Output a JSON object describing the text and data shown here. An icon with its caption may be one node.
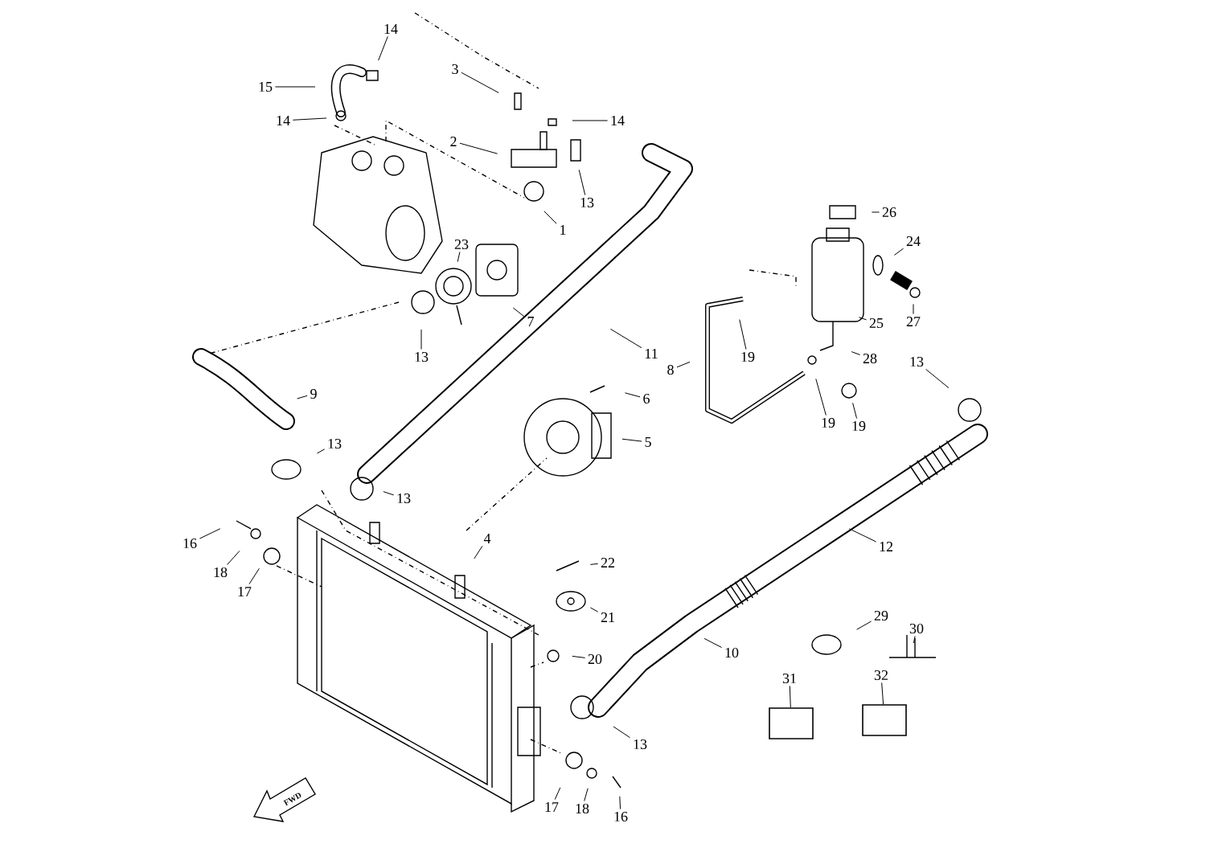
{
  "diagram": {
    "nodes": [
      {
        "text": [
          "14"
        ]
      },
      {
        "text": [
          "3"
        ]
      },
      {
        "text": [
          "15"
        ]
      },
      {
        "text": [
          "14"
        ]
      },
      {
        "text": [
          "14"
        ]
      },
      {
        "text": [
          "2"
        ]
      },
      {
        "text": [
          "13"
        ]
      },
      {
        "text": [
          "26"
        ]
      },
      {
        "text": [
          "1"
        ]
      },
      {
        "text": [
          "23"
        ]
      },
      {
        "text": [
          "24"
        ]
      },
      {
        "text": [
          "7"
        ]
      },
      {
        "text": [
          "25"
        ]
      },
      {
        "text": [
          "27"
        ]
      },
      {
        "text": [
          "11"
        ]
      },
      {
        "text": [
          "19"
        ]
      },
      {
        "text": [
          "13"
        ]
      },
      {
        "text": [
          "28"
        ]
      },
      {
        "text": [
          "13"
        ]
      },
      {
        "text": [
          "8"
        ]
      },
      {
        "text": [
          "9"
        ]
      },
      {
        "text": [
          "6"
        ]
      },
      {
        "text": [
          "19"
        ]
      },
      {
        "text": [
          "19"
        ]
      },
      {
        "text": [
          "5"
        ]
      },
      {
        "text": [
          "13"
        ]
      },
      {
        "text": [
          "13"
        ]
      },
      {
        "text": [
          "4"
        ]
      },
      {
        "text": [
          "16"
        ]
      },
      {
        "text": [
          "12"
        ]
      },
      {
        "text": [
          "22"
        ]
      },
      {
        "text": [
          "18"
        ]
      },
      {
        "text": [
          "17"
        ]
      },
      {
        "text": [
          "21"
        ]
      },
      {
        "text": [
          "29"
        ]
      },
      {
        "text": [
          "30"
        ]
      },
      {
        "text": [
          "10"
        ]
      },
      {
        "text": [
          "20"
        ]
      },
      {
        "text": [
          "31"
        ]
      },
      {
        "text": [
          "32"
        ]
      },
      {
        "text": [],
        "shape": "box"
      },
      {
        "text": [],
        "shape": "box"
      },
      {
        "text": [
          "13"
        ]
      },
      {
        "text": [
          "17"
        ]
      },
      {
        "text": [
          "18"
        ]
      },
      {
        "text": [
          "16"
        ]
      }
    ],
    "edges": [
      {
        "from": 0,
        "to": null,
        "arrow": "none"
      },
      {
        "from": 1,
        "to": null,
        "arrow": "none"
      },
      {
        "from": 2,
        "to": null,
        "arrow": "none"
      },
      {
        "from": 3,
        "to": null,
        "arrow": "none"
      },
      {
        "from": 4,
        "to": null,
        "arrow": "none"
      },
      {
        "from": 5,
        "to": null,
        "arrow": "none"
      },
      {
        "from": 6,
        "to": null,
        "arrow": "none"
      },
      {
        "from": 7,
        "to": null,
        "arrow": "none"
      },
      {
        "from": 8,
        "to": null,
        "arrow": "none"
      },
      {
        "from": 9,
        "to": null,
        "arrow": "none"
      },
      {
        "from": 10,
        "to": null,
        "arrow": "none"
      },
      {
        "from": 11,
        "to": null,
        "arrow": "none"
      },
      {
        "from": 12,
        "to": null,
        "arrow": "none"
      },
      {
        "from": 13,
        "to": null,
        "arrow": "none"
      },
      {
        "from": 14,
        "to": null,
        "arrow": "none"
      },
      {
        "from": 15,
        "to": null,
        "arrow": "none"
      },
      {
        "from": 16,
        "to": null,
        "arrow": "none"
      },
      {
        "from": 17,
        "to": null,
        "arrow": "none"
      },
      {
        "from": 18,
        "to": null,
        "arrow": "none"
      },
      {
        "from": 19,
        "to": null,
        "arrow": "none"
      },
      {
        "from": 20,
        "to": null,
        "arrow": "none"
      },
      {
        "from": 21,
        "to": null,
        "arrow": "none"
      },
      {
        "from": 22,
        "to": null,
        "arrow": "none"
      },
      {
        "from": 23,
        "to": null,
        "arrow": "none"
      },
      {
        "from": 24,
        "to": null,
        "arrow": "none"
      },
      {
        "from": 25,
        "to": null,
        "arrow": "none"
      },
      {
        "from": 26,
        "to": null,
        "arrow": "none"
      },
      {
        "from": 27,
        "to": null,
        "arrow": "none"
      },
      {
        "from": 28,
        "to": null,
        "arrow": "none"
      },
      {
        "from": 29,
        "to": null,
        "arrow": "none"
      },
      {
        "from": 30,
        "to": null,
        "arrow": "none"
      },
      {
        "from": 31,
        "to": null,
        "arrow": "none"
      },
      {
        "from": 32,
        "to": null,
        "arrow": "none"
      },
      {
        "from": 33,
        "to": null,
        "arrow": "none"
      },
      {
        "from": 34,
        "to": null,
        "arrow": "none"
      },
      {
        "from": 35,
        "to": null,
        "arrow": "none"
      },
      {
        "from": 36,
        "to": null,
        "arrow": "none"
      },
      {
        "from": 37,
        "to": null,
        "arrow": "none"
      },
      {
        "from": 38,
        "to": 40,
        "arrow": "none"
      },
      {
        "from": 39,
        "to": 41,
        "arrow": "none"
      },
      {
        "from": 42,
        "to": null,
        "arrow": "none"
      },
      {
        "from": 43,
        "to": null,
        "arrow": "none"
      },
      {
        "from": 44,
        "to": null,
        "arrow": "none"
      },
      {
        "from": 45,
        "to": null,
        "arrow": "none"
      }
    ],
    "labels": [
      "FWD"
    ]
  }
}
